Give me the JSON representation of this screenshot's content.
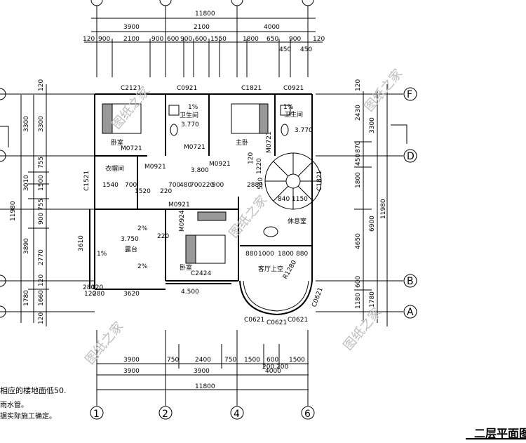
{
  "title": "二层平面图",
  "notes": [
    "相应的楼地面低50.",
    "雨水管。",
    "据实际施工确定。"
  ],
  "watermark": "图纸之家",
  "grid_columns": [
    "1",
    "2",
    "4",
    "6"
  ],
  "grid_rows": [
    "F",
    "D",
    "B",
    "A"
  ],
  "dims": {
    "top_total": "11800",
    "top_segments": [
      "3900",
      "2100",
      "4000"
    ],
    "top_detail": [
      "120",
      "900",
      "2100",
      "900",
      "600",
      "900",
      "600",
      "1550",
      "1800",
      "650",
      "900",
      "120"
    ],
    "top_450": [
      "450",
      "450"
    ],
    "bottom_segments_1": [
      "3900",
      "750",
      "2400",
      "750",
      "1500",
      "600",
      "1500"
    ],
    "bottom_segments_2": [
      "3900",
      "3900",
      "4000"
    ],
    "bottom_small": [
      "200",
      "200"
    ],
    "bottom_total": "11800",
    "left_outer": [
      "3300",
      "3010",
      "3890",
      "1780"
    ],
    "left_total": "11980",
    "left_inner": [
      "3300",
      "755",
      "1500",
      "755",
      "900",
      "2770",
      "1660",
      "120",
      "120",
      "120"
    ],
    "right_inner": [
      "2430",
      "870",
      "450",
      "1800",
      "4650",
      "600",
      "1180",
      "120"
    ],
    "right_outer": [
      "3300",
      "6900",
      "1780"
    ],
    "right_total": "11980",
    "misc": [
      "1540",
      "700",
      "1520",
      "220",
      "700",
      "480",
      "700",
      "220",
      "900",
      "2880",
      "1000",
      "1800",
      "880",
      "880",
      "3620",
      "3610",
      "120",
      "120",
      "280",
      "280",
      "220"
    ]
  },
  "rooms": {
    "bed1": "卧室",
    "master": "主卧",
    "bed3": "卧室",
    "closet": "衣帽间",
    "bath1": "卫生间",
    "bath2": "卫生间",
    "terrace": "露台",
    "lounge": "休息室",
    "void": "客厅上空"
  },
  "labels": {
    "windows": [
      "C2121",
      "C0921",
      "C1821",
      "C0921",
      "C1521",
      "C1821",
      "C2424",
      "C0621",
      "C0621",
      "C0621",
      "C0621"
    ],
    "doors": [
      "M0721",
      "M0721",
      "M0721",
      "M0921",
      "M0921",
      "M0921",
      "M0924"
    ],
    "levels": [
      "3.770",
      "3.770",
      "3.800",
      "3.750",
      "4.500"
    ],
    "slopes": [
      "1%",
      "1%",
      "2%",
      "2%",
      "1%"
    ],
    "radius": "R1280",
    "stair": [
      "840",
      "1150",
      "1220",
      "540",
      "120"
    ]
  }
}
